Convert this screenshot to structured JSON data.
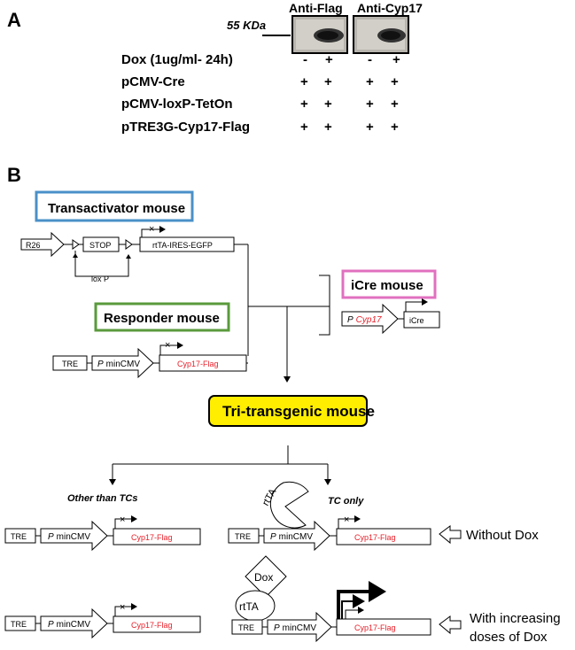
{
  "panel_a": {
    "label": "A",
    "marker": "55 KDa",
    "blots": [
      "Anti-Flag",
      "Anti-Cyp17"
    ],
    "rows": [
      {
        "label": "Dox (1ug/ml- 24h)",
        "signs": [
          "-",
          "+",
          "-",
          "+"
        ]
      },
      {
        "label": "pCMV-Cre",
        "signs": [
          "+",
          "+",
          "+",
          "+"
        ]
      },
      {
        "label": "pCMV-loxP-TetOn",
        "signs": [
          "+",
          "+",
          "+",
          "+"
        ]
      },
      {
        "label": "pTRE3G-Cyp17-Flag",
        "signs": [
          "+",
          "+",
          "+",
          "+"
        ]
      }
    ]
  },
  "panel_b": {
    "label": "B",
    "transactivator": {
      "title": "Transactivator mouse",
      "r26": "R26",
      "stop": "STOP",
      "rtta": "rtTA-IRES-EGFP",
      "loxp": "lox P",
      "x_mark": "×"
    },
    "responder": {
      "title": "Responder mouse",
      "tre": "TRE",
      "promoter_italic": "P",
      "promoter": "minCMV",
      "gene": "Cyp17-Flag",
      "x_mark": "×"
    },
    "icre": {
      "title": "iCre  mouse",
      "promoter_italic": "P",
      "promoter_gene": "Cyp17",
      "gene": "iCre"
    },
    "tri": {
      "title": "Tri-transgenic mouse"
    },
    "branches": {
      "left": "Other than TCs",
      "right": "TC only"
    },
    "rtta_label": "rtTA",
    "dox_label": "Dox",
    "rows": {
      "without": "Without Dox",
      "with_line1": "With increasing",
      "with_line2": "doses of Dox"
    },
    "colors": {
      "transactivator_border": "#4a90c8",
      "responder_border": "#5a9a3c",
      "icre_border": "#e070c0",
      "tri_fill": "#ffee00",
      "gene_text": "#e8202a"
    }
  }
}
